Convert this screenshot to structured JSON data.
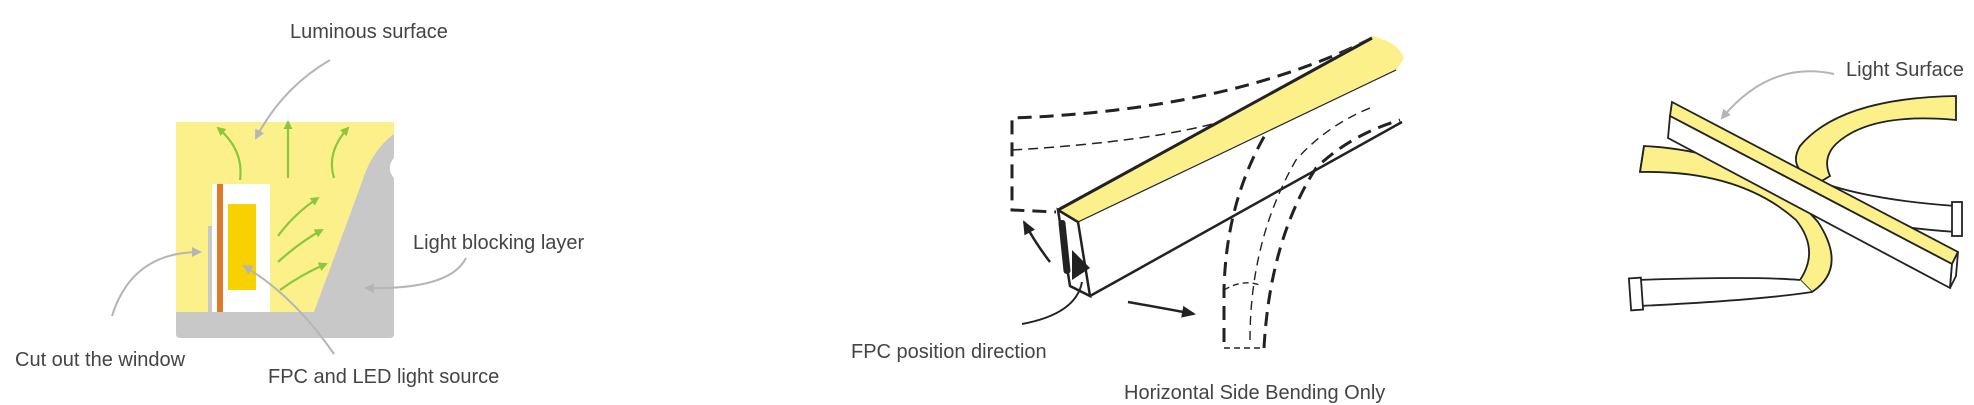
{
  "labels": {
    "luminous_surface": "Luminous surface",
    "light_blocking_layer": "Light blocking layer",
    "cut_out_window": "Cut out the window",
    "fpc_led_source": "FPC and LED light source",
    "fpc_position_direction": "FPC position direction",
    "horizontal_side_bending": "Horizontal Side Bending Only",
    "light_surface": "Light Surface"
  },
  "colors": {
    "luminous_yellow": "#fbf08a",
    "led_chip": "#f7d100",
    "fpc_strip": "#e07a2a",
    "blocking_grey": "#c8c8c8",
    "light_arrow_green": "#8cc63f",
    "leader_grey": "#b5b5b5",
    "outline": "#222222",
    "text": "#444444"
  }
}
